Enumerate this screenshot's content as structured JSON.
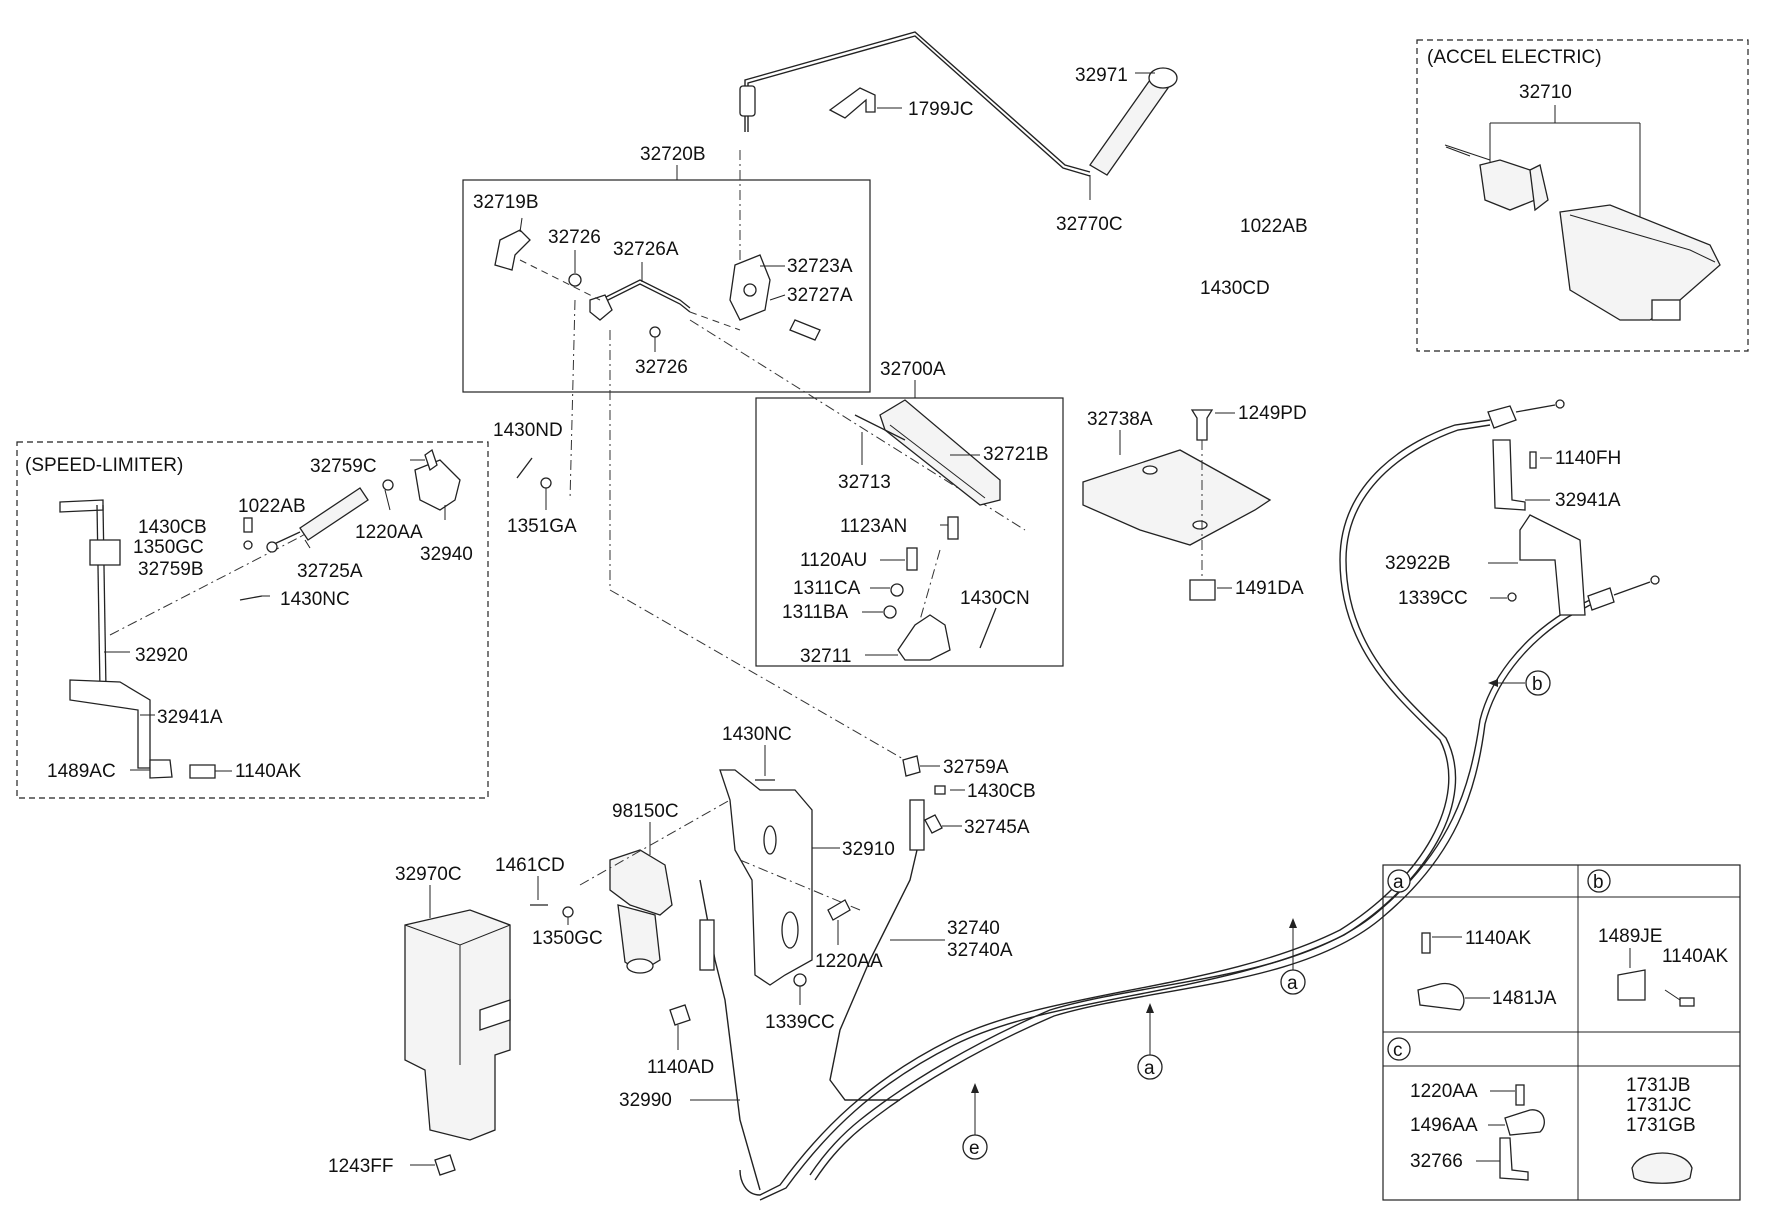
{
  "groups": {
    "speed_limiter": "(SPEED-LIMITER)",
    "accel_electric": "(ACCEL ELECTRIC)"
  },
  "labels": {
    "p32971": "32971",
    "p1799JC": "1799JC",
    "p32720B": "32720B",
    "p32770C": "32770C",
    "p1022AB_top": "1022AB",
    "p1430CD": "1430CD",
    "p32710": "32710",
    "p32719B": "32719B",
    "p32726_a": "32726",
    "p32726A": "32726A",
    "p32723A": "32723A",
    "p32727A": "32727A",
    "p32726_b": "32726",
    "p32700A": "32700A",
    "p32738A": "32738A",
    "p1249PD": "1249PD",
    "p1430ND": "1430ND",
    "p32721B": "32721B",
    "p32713": "32713",
    "p1351GA": "1351GA",
    "p1123AN": "1123AN",
    "p1120AU": "1120AU",
    "p1311CA": "1311CA",
    "p1311BA": "1311BA",
    "p1430CN": "1430CN",
    "p32711": "32711",
    "p1491DA": "1491DA",
    "p32759C": "32759C",
    "p1430CB_sl": "1430CB",
    "p1022AB_sl": "1022AB",
    "p1350GC_sl": "1350GC",
    "p32759B": "32759B",
    "p1220AA_sl": "1220AA",
    "p32725A": "32725A",
    "p32940": "32940",
    "p1430NC_sl": "1430NC",
    "p32920": "32920",
    "p32941A_sl": "32941A",
    "p1489AC": "1489AC",
    "p1140AK_sl": "1140AK",
    "p1140FH": "1140FH",
    "p32941A_r": "32941A",
    "p32922B": "32922B",
    "p1339CC_r": "1339CC",
    "p1430NC": "1430NC",
    "p98150C": "98150C",
    "p32759A": "32759A",
    "p1430CB": "1430CB",
    "p32745A": "32745A",
    "p32910": "32910",
    "p1461CD": "1461CD",
    "p32970C": "32970C",
    "p1350GC": "1350GC",
    "p32740": "32740",
    "p32740A": "32740A",
    "p1220AA": "1220AA",
    "p1339CC": "1339CC",
    "p1140AD": "1140AD",
    "p32990": "32990",
    "p1243FF": "1243FF"
  },
  "callouts": {
    "a1": "a",
    "a2": "a",
    "b": "b",
    "e": "e"
  },
  "detail_table": {
    "cell_a": {
      "letter": "a",
      "p1": "1140AK",
      "p2": "1481JA"
    },
    "cell_b": {
      "letter": "b",
      "p1": "1489JE",
      "p2": "1140AK"
    },
    "cell_c": {
      "letter": "c",
      "p1": "1220AA",
      "p2": "1496AA",
      "p3": "32766"
    },
    "cell_d": {
      "p1": "1731JB",
      "p2": "1731JC",
      "p3": "1731GB"
    }
  }
}
